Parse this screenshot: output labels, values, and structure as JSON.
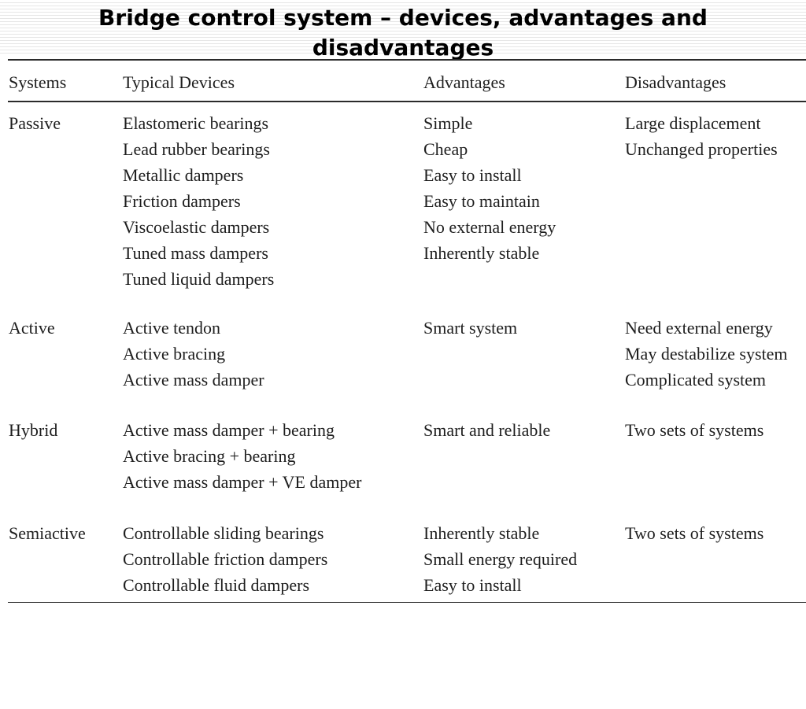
{
  "title": "Bridge control system – devices, advantages and disadvantages",
  "table": {
    "headers": [
      "Systems",
      "Typical Devices",
      "Advantages",
      "Disadvantages"
    ],
    "rows": [
      {
        "system": "Passive",
        "devices": [
          "Elastomeric bearings",
          "Lead rubber bearings",
          "Metallic dampers",
          "Friction dampers",
          "Viscoelastic dampers",
          "Tuned mass dampers",
          "Tuned liquid dampers"
        ],
        "advantages": [
          "Simple",
          "Cheap",
          "Easy to install",
          "Easy to maintain",
          "No external energy",
          "Inherently stable"
        ],
        "disadvantages": [
          "Large displacement",
          "Unchanged properties"
        ]
      },
      {
        "system": "Active",
        "devices": [
          "Active tendon",
          "Active bracing",
          "Active mass damper"
        ],
        "advantages": [
          "Smart system"
        ],
        "disadvantages": [
          "Need external energy",
          "May destabilize system",
          "Complicated system"
        ]
      },
      {
        "system": "Hybrid",
        "devices": [
          "Active mass damper + bearing",
          "Active bracing + bearing",
          "Active mass damper + VE damper"
        ],
        "advantages": [
          "Smart and reliable"
        ],
        "disadvantages": [
          "Two sets of systems"
        ]
      },
      {
        "system": "Semiactive",
        "devices": [
          "Controllable sliding bearings",
          "Controllable friction dampers",
          "Controllable fluid dampers"
        ],
        "advantages": [
          "Inherently stable",
          "Small energy required",
          "Easy to install"
        ],
        "disadvantages": [
          "Two sets of systems"
        ]
      }
    ]
  }
}
